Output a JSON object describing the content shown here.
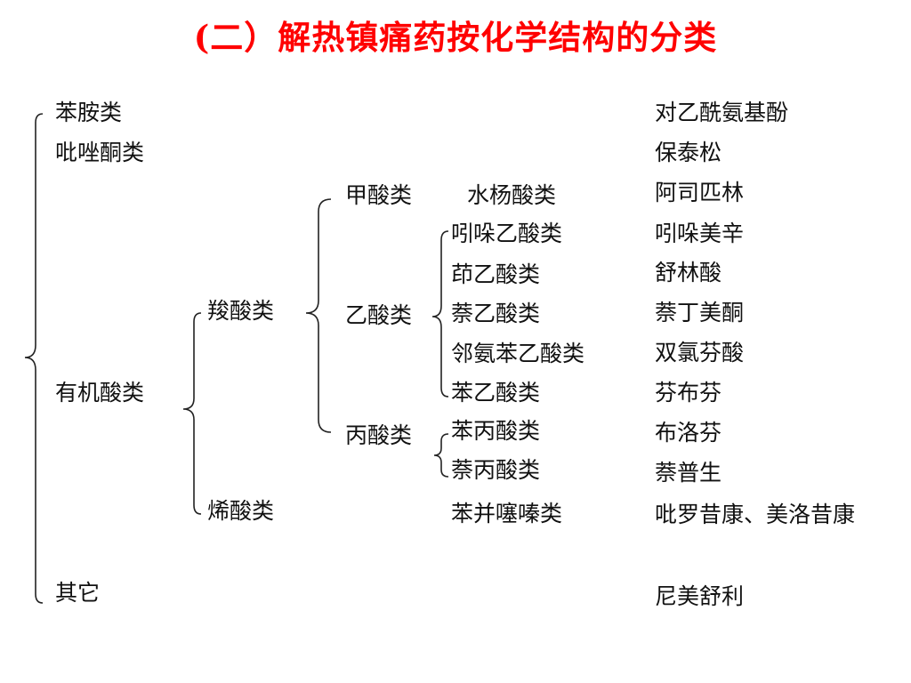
{
  "title": "(二）解热镇痛药按化学结构的分类",
  "level1": {
    "aniline": "苯胺类",
    "pyrazolone": "吡唑酮类",
    "organic_acid": "有机酸类",
    "other": "其它"
  },
  "level2": {
    "carboxylic": "羧酸类",
    "enolic": "烯酸类"
  },
  "level3": {
    "formic": "甲酸类",
    "acetic": "乙酸类",
    "propionic": "丙酸类"
  },
  "level4": {
    "salicylic": "水杨酸类",
    "indole_acetic": "吲哚乙酸类",
    "indene_acetic": "茚乙酸类",
    "naphthyl_acetic": "萘乙酸类",
    "anthranilic_acetic": "邻氨苯乙酸类",
    "phenylacetic": "苯乙酸类",
    "phenylpropionic": "苯丙酸类",
    "naphthylpropionic": "萘丙酸类",
    "benzothiazine": "苯并噻嗪类"
  },
  "drugs": {
    "paracetamol": "对乙酰氨基酚",
    "phenylbutazone": "保泰松",
    "aspirin": "阿司匹林",
    "indomethacin": "吲哚美辛",
    "sulindac": "舒林酸",
    "nabumetone": "萘丁美酮",
    "diclofenac": "双氯芬酸",
    "fenbufen": "芬布芬",
    "ibuprofen": "布洛芬",
    "naproxen": "萘普生",
    "oxicams": "吡罗昔康、美洛昔康",
    "nimesulide": "尼美舒利"
  }
}
